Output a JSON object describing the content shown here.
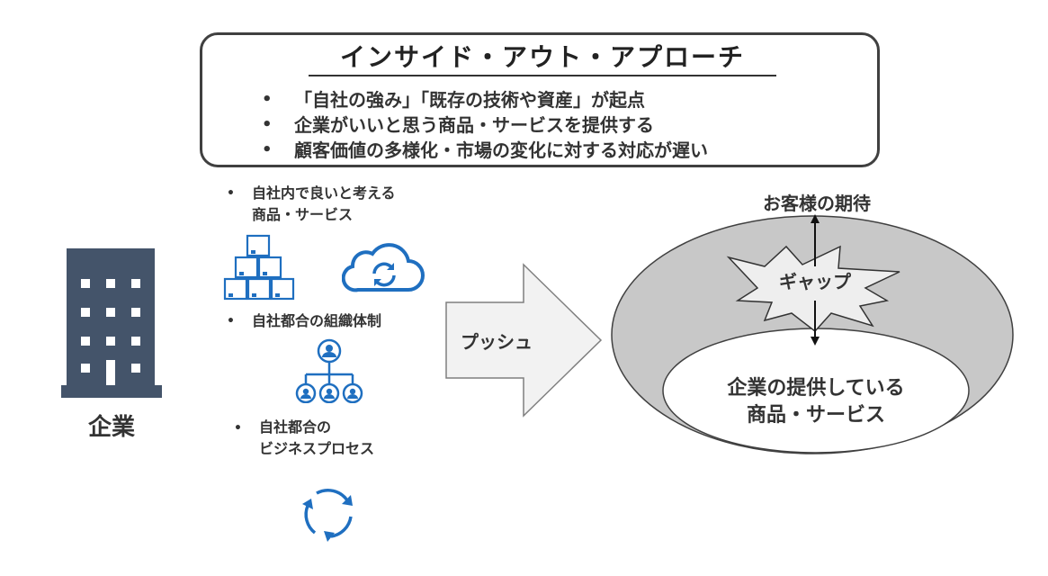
{
  "title": "インサイド・アウト・アプローチ",
  "summary": [
    "「自社の強み」「既存の技術や資産」が起点",
    "企業がいいと思う商品・サービスを提供する",
    "顧客価値の多様化・市場の変化に対する対応が遅い"
  ],
  "company_label": "企業",
  "items": {
    "products_line1": "自社内で良いと考える",
    "products_line2": "商品・サービス",
    "org": "自社都合の組織体制",
    "process_line1": "自社都合の",
    "process_line2": "ビジネスプロセス"
  },
  "push_label": "プッシュ",
  "expectation_label": "お客様の期待",
  "gap_label": "ギャップ",
  "offer_line1": "企業の提供している",
  "offer_line2": "商品・サービス",
  "colors": {
    "building": "#44546a",
    "icon_blue": "#1f6fc0",
    "outer_ellipse": "#c8c8c8",
    "arrow_fill": "#f2f2f2"
  },
  "icons": [
    "building-icon",
    "boxes-icon",
    "cloud-sync-icon",
    "org-chart-icon",
    "cycle-icon"
  ]
}
